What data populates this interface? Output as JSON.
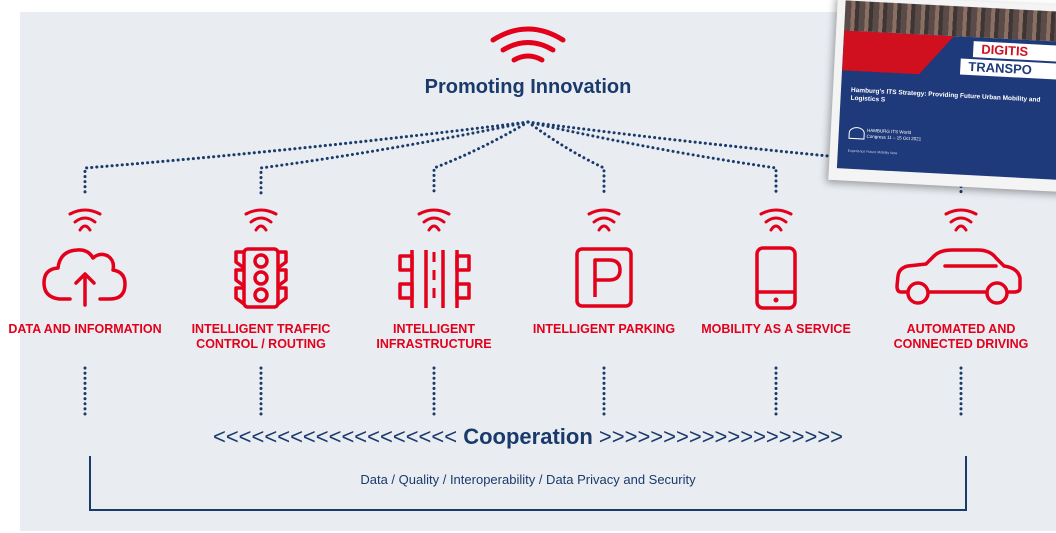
{
  "top": {
    "title": "Promoting Innovation"
  },
  "items": [
    {
      "label": "DATA AND INFORMATION",
      "icon": "cloud-upload-icon"
    },
    {
      "label": "INTELLIGENT TRAFFIC CONTROL / ROUTING",
      "icon": "traffic-light-icon"
    },
    {
      "label": "INTELLIGENT INFRASTRUCTURE",
      "icon": "road-infrastructure-icon"
    },
    {
      "label": "INTELLIGENT PARKING",
      "icon": "parking-icon"
    },
    {
      "label": "MOBILITY AS A SERVICE",
      "icon": "smartphone-icon"
    },
    {
      "label": "AUTOMATED AND CONNECTED DRIVING",
      "icon": "car-icon"
    }
  ],
  "cooperation": {
    "title": "Cooperation",
    "left_arrows": "<<<<<<<<<<<<<<<<<<<",
    "right_arrows": ">>>>>>>>>>>>>>>>>>>",
    "subtitle": "Data / Quality / Interoperability / Data Privacy and Security"
  },
  "cover": {
    "banner_line1": "DIGITIS",
    "banner_line2": "TRANSPO",
    "subtitle": "Hamburg's ITS Strategy: Providing Future Urban Mobility and Logistics S",
    "logo_text": "HAMBURG ITS World Congress 11 – 15 Oct 2021",
    "tagline": "Experience Future Mobility Now"
  },
  "colors": {
    "accent_red": "#e3001b",
    "navy": "#1a3a6b",
    "background": "#e9edf2"
  }
}
